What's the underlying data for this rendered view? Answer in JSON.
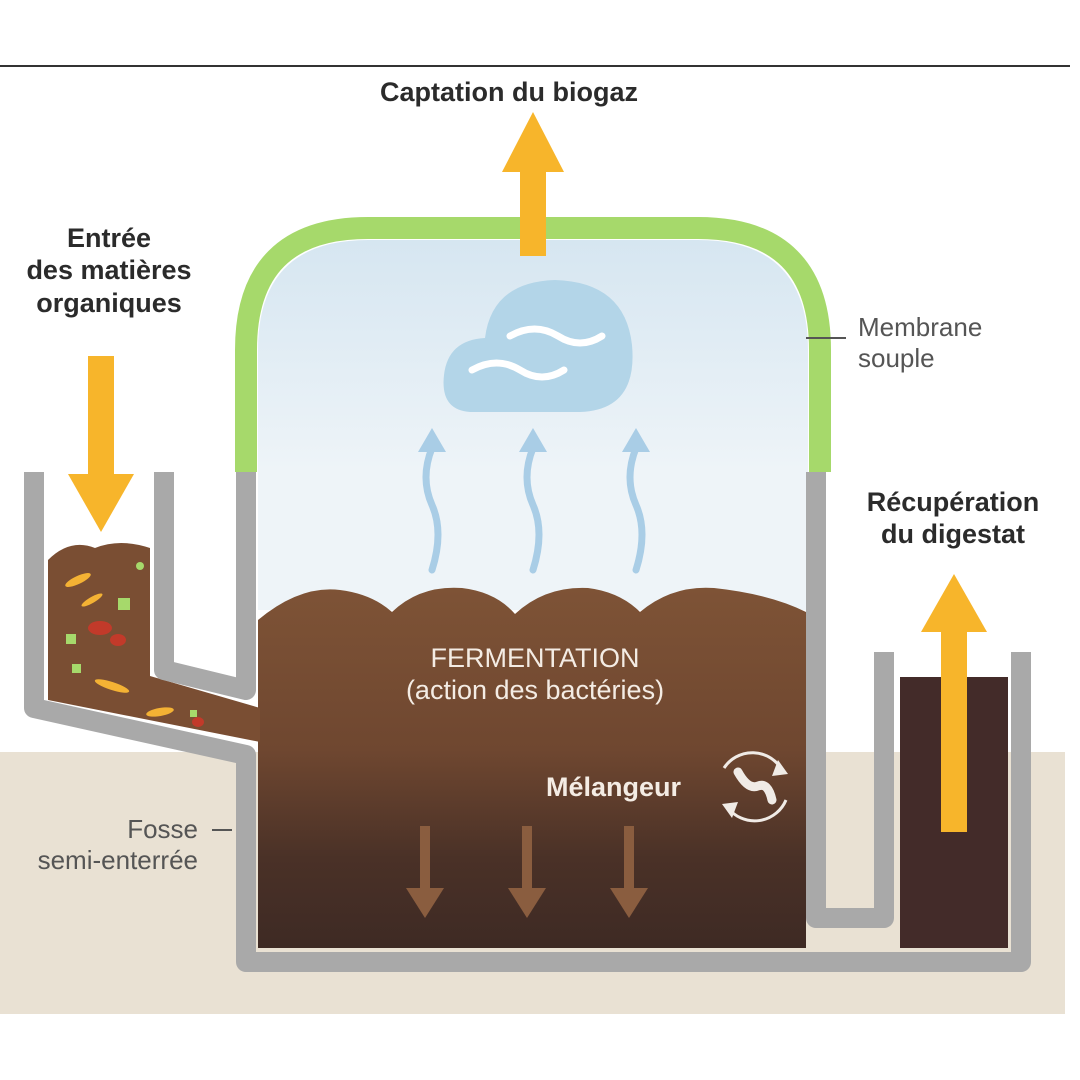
{
  "labels": {
    "biogas": "Captation du biogaz",
    "input_line1": "Entrée",
    "input_line2": "des matières",
    "input_line3": "organiques",
    "membrane_line1": "Membrane",
    "membrane_line2": "souple",
    "digestate_line1": "Récupération",
    "digestate_line2": "du digestat",
    "fermentation_line1": "FERMENTATION",
    "fermentation_line2": "(action des bactéries)",
    "mixer": "Mélangeur",
    "pit_line1": "Fosse",
    "pit_line2": "semi-enterrée"
  },
  "colors": {
    "arrow": "#f7b52b",
    "membrane": "#a6d96b",
    "wall": "#a9a9a9",
    "ground": "#e9e1d3",
    "sky": "#dde9f2",
    "cloud": "#b3d5e8",
    "matter_light": "#7d5236",
    "matter_dark": "#3e2a24",
    "vapor": "#a9cde6"
  },
  "icons": [
    "arrow-up-icon",
    "arrow-down-icon",
    "cloud-icon",
    "vapor-arrow-icon",
    "mixer-icon"
  ]
}
